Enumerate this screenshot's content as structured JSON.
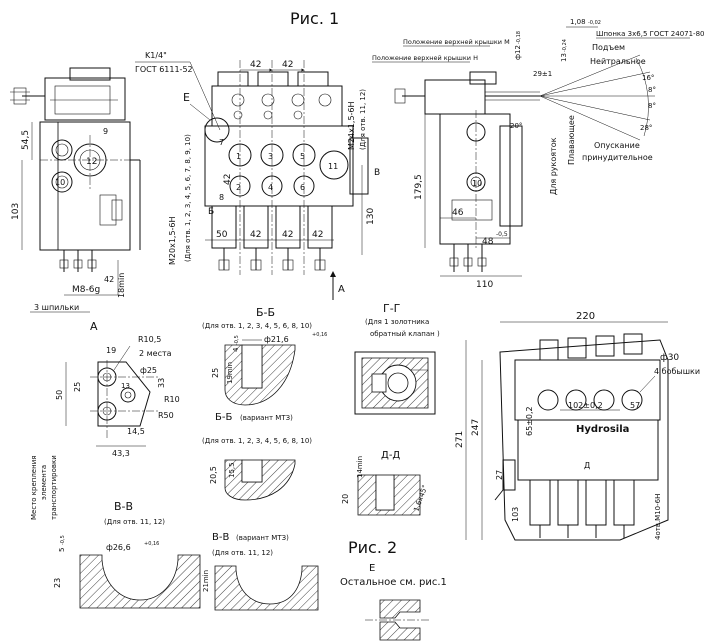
{
  "figure1": {
    "title": "Рис. 1",
    "k_label": "K1/4\"",
    "gost_k": "ГОСТ 6111-52",
    "e_label": "Е",
    "dim_42a": "42",
    "dim_42b": "42",
    "port_1": "1",
    "port_2": "2",
    "port_3": "3",
    "port_4": "4",
    "port_5": "5",
    "port_6": "6",
    "port_7": "7",
    "port_8": "8",
    "port_9": "9",
    "port_10": "10",
    "port_11": "11",
    "port_12": "12",
    "dim_545": "54,5",
    "dim_103": "103",
    "dim_42_side": "42",
    "thread_m20": "М20х1,5-6Н",
    "thread_m20_note": "(Для отв. 1, 2, 3, 4, 5, 6, 7, 8, 9, 10)",
    "thread_m24": "М24х1,5-6Н",
    "thread_m24_note": "(Для отв. 11, 12)",
    "dim_50": "50",
    "dim_42_b1": "42",
    "dim_42_b2": "42",
    "dim_42_b3": "42",
    "dim_130": "130",
    "sec_b": "Б",
    "sec_v": "В",
    "view_a": "А",
    "view_a_left": "А",
    "thread_m8": "М8-6g",
    "studs": "3 шпильки",
    "dim_18": "18min",
    "key_spec": "Шпонка 3х6,5 ГОСТ 24071-80",
    "dim_108": "1,08",
    "dim_108_tol": "-0,02",
    "cap_m": "Положение верхней крышки М",
    "cap_n": "Положение верхней крышки Н",
    "dim_phi12": "ф12",
    "dim_phi12_tol": "-0,18",
    "dim_13": "13",
    "dim_13_tol": "-0,24",
    "dim_29": "29±1",
    "pos_lift": "Подъем",
    "pos_neutral": "Нейтральное",
    "pos_lower": "Опускание",
    "pos_forced": "принудительное",
    "pos_float": "Плавающее",
    "handle_note": "Для рукояток",
    "ang_16": "16°",
    "ang_8a": "8°",
    "ang_8b": "8°",
    "ang_28": "28°",
    "ang_20": "20°",
    "dim_1795": "179,5",
    "dim_46": "46",
    "dim_48": "48",
    "dim_48_tol": "-0,5",
    "dim_110": "110"
  },
  "viewA": {
    "r105": "R10,5",
    "two_places": "2 места",
    "dim_19": "19",
    "phi25": "ф25",
    "dim_25": "25",
    "dim_33": "33",
    "r10": "R10",
    "r50": "R50",
    "dim_50": "50",
    "dim_145": "14,5",
    "dim_433": "43,3",
    "dim_13": "13",
    "mount_note_1": "Место крепления",
    "mount_note_2": "элемента",
    "mount_note_3": "транспортировки"
  },
  "secBB": {
    "title": "Б-Б",
    "note": "(Для отв. 1, 2, 3, 4, 5, 6, 8, 10)",
    "phi": "ф21,6",
    "phi_tol": "+0,16",
    "dim_4": "4",
    "dim_4_tol": "-0,5",
    "dim_25": "25",
    "dim_19": "19min"
  },
  "secBBmt3": {
    "title": "Б-Б",
    "variant": "(вариант МТЗ)",
    "note": "(Для отв. 1, 2, 3, 4, 5, 6, 8, 10)",
    "dim_205": "20,5",
    "dim_15": "15,5"
  },
  "secGG": {
    "title": "Г-Г",
    "note_1": "(Для 1 золотника",
    "note_2": "обратный клапан )"
  },
  "secDD": {
    "title": "Д-Д",
    "dim_20": "20",
    "dim_14": "14min",
    "dim_16": "1,6х45°"
  },
  "secVV": {
    "title": "В-В",
    "note": "(Для отв. 11, 12)",
    "phi": "ф26,6",
    "phi_tol": "+0,16",
    "dim_5": "5",
    "dim_5_tol": "-0,5",
    "dim_23": "23"
  },
  "secVVmt3": {
    "title": "В-В",
    "variant": "(вариант МТЗ)",
    "note": "(Для отв. 11, 12)",
    "dim_21": "21min"
  },
  "figure2": {
    "title": "Рис. 2",
    "e_label": "Е",
    "rest": "Остальное см. рис.1"
  },
  "iso": {
    "dim_220": "220",
    "phi30": "ф30",
    "bosses": "4 бобышки",
    "dim_102": "102±0,2",
    "dim_57": "57",
    "dim_65": "65±0,2",
    "dim_271": "271",
    "dim_247": "247",
    "dim_103": "103",
    "dim_27": "27",
    "thread": "4отв.М10-6Н",
    "brand": "Hydrosila",
    "sec_d": "Д"
  }
}
